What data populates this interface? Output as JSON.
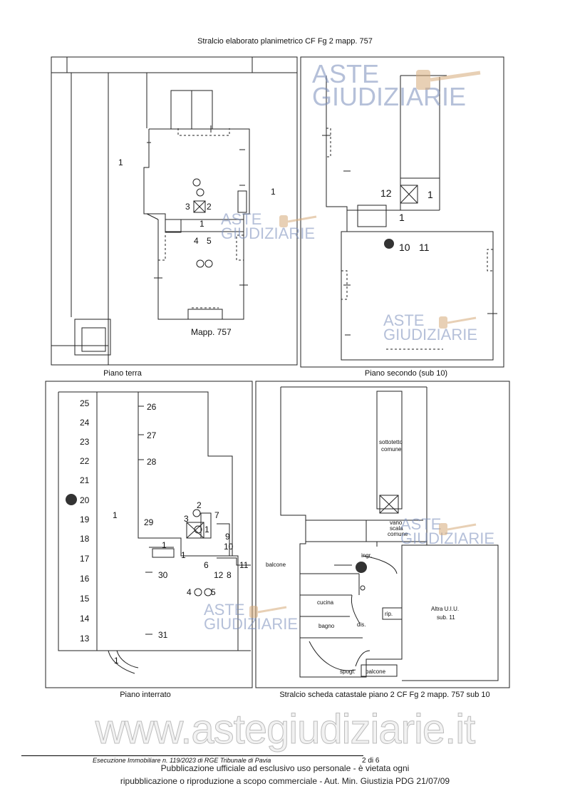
{
  "header": {
    "title": "Stralcio elaborato planimetrico CF Fg 2 mapp. 757"
  },
  "watermark": {
    "line1": "ASTE",
    "line2": "GIUDIZIARIE",
    "site": "www.astegiudiziarie.it"
  },
  "panels": {
    "terra": {
      "caption": "Piano terra",
      "labels": {
        "left_1": "1",
        "right_1": "1",
        "n3": "3",
        "n2": "2",
        "n1": "1",
        "n4": "4",
        "n5": "5",
        "mapp": "Mapp. 757"
      }
    },
    "secondo": {
      "caption": "Piano secondo (sub 10)",
      "labels": {
        "n12": "12",
        "n1a": "1",
        "n1b": "1",
        "n10": "10",
        "n11": "11"
      }
    },
    "interrato": {
      "caption": "Piano interrato",
      "left_numbers": [
        "25",
        "24",
        "23",
        "22",
        "21",
        "20",
        "19",
        "18",
        "17",
        "16",
        "15",
        "14",
        "13"
      ],
      "labels": {
        "n26": "26",
        "n27": "27",
        "n28": "28",
        "n29": "29",
        "n30": "30",
        "n31": "31",
        "n1center": "1",
        "n2": "2",
        "n3": "3",
        "n1stair": "1",
        "n7": "7",
        "n9": "9",
        "n10": "10",
        "n1a": "1",
        "n1b": "1",
        "n6": "6",
        "n12": "12",
        "n8": "8",
        "n11": "11",
        "n4": "4",
        "n5": "5",
        "n1ramp": "1"
      }
    },
    "scheda": {
      "caption": "Stralcio scheda catastale piano 2 CF Fg 2 mapp. 757 sub 10",
      "labels": {
        "sottotetto1": "sottotetto",
        "sottotetto2": "comune",
        "vano1": "vano",
        "vano2": "scala",
        "vano3": "comune",
        "balcone1": "balcone",
        "ingr": "ingr.",
        "cucina": "cucina",
        "rip": "rip.",
        "bagno": "bagno",
        "dis": "dis.",
        "spogl": "spogl.",
        "balcone2": "balcone",
        "altra1": "Altra U.I.U.",
        "altra2": "sub. 11"
      }
    }
  },
  "footer": {
    "reference": "Esecuzione Immobiliare n. 119/2023 di RGE Tribunale di Pavia",
    "page": "2 di 6",
    "notice_line1": "Pubblicazione ufficiale ad esclusivo uso personale - è vietata ogni",
    "notice_line2": "ripubblicazione o riproduzione a scopo commerciale - Aut. Min. Giustizia PDG 21/07/09"
  }
}
